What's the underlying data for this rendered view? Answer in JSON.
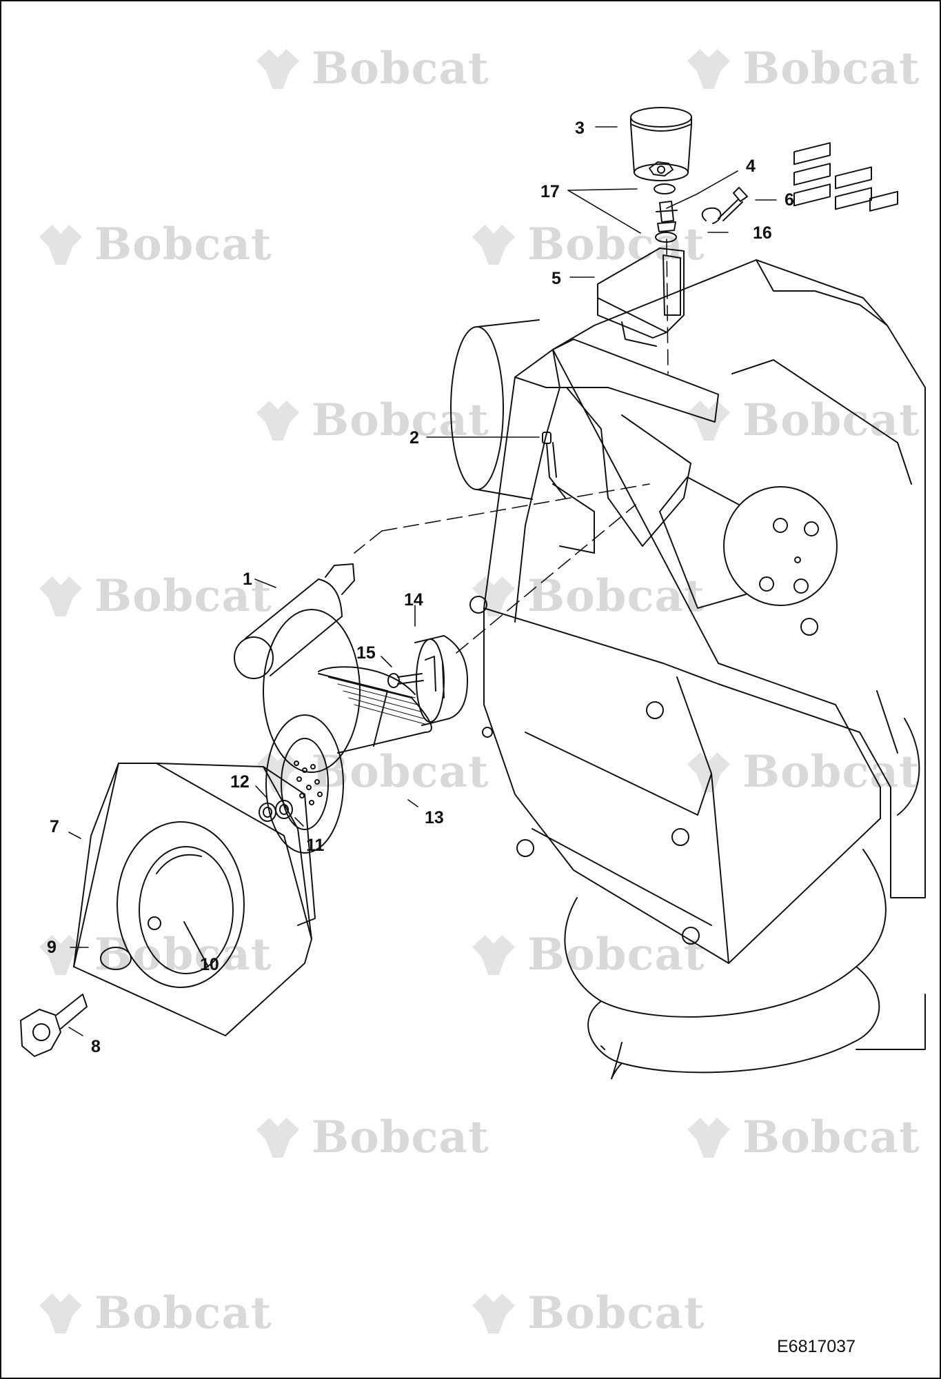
{
  "watermark": {
    "brand": "Bobcat",
    "logo_icon": "bobcat-head-logo-icon"
  },
  "figure_id": "E6817037",
  "callouts": {
    "c1": "1",
    "c2": "2",
    "c3": "3",
    "c4": "4",
    "c5": "5",
    "c6": "6",
    "c7": "7",
    "c8": "8",
    "c9": "9",
    "c10": "10",
    "c11": "11",
    "c12": "12",
    "c13": "13",
    "c14": "14",
    "c15": "15",
    "c16": "16",
    "c17": "17"
  },
  "colors": {
    "line": "#111111",
    "watermark": "#d9d9d9"
  }
}
